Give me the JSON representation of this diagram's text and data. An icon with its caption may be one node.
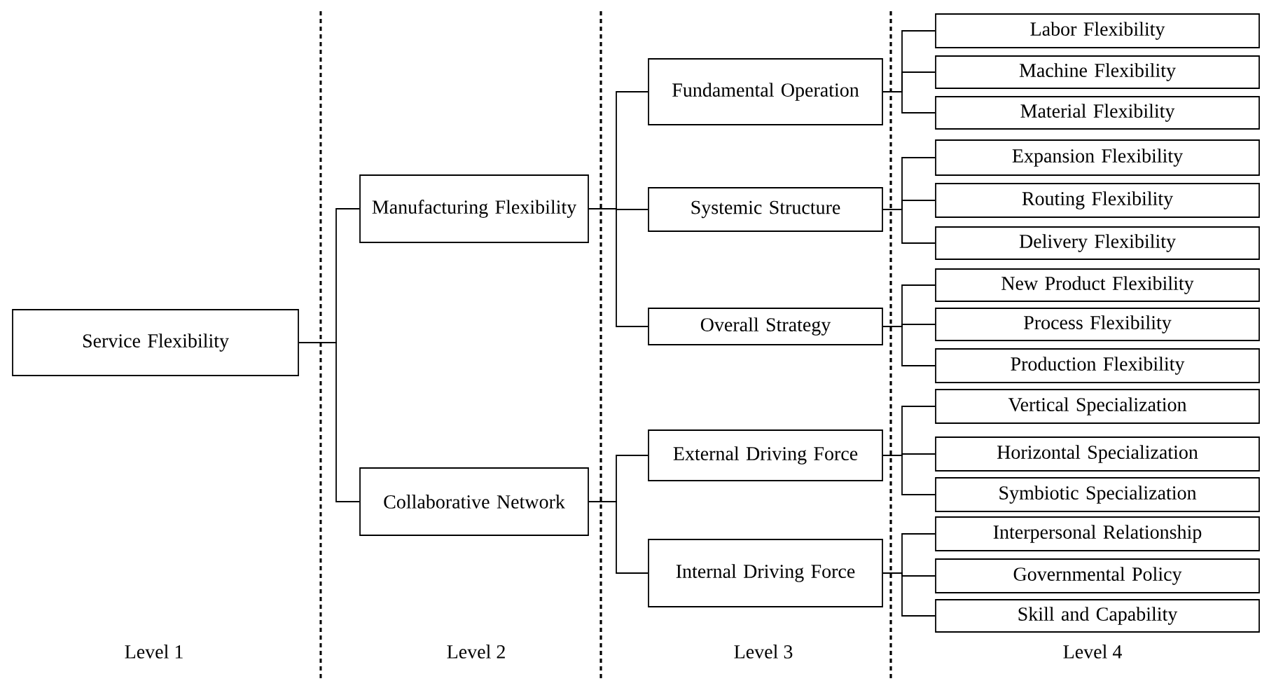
{
  "diagram": {
    "nodes": [
      {
        "text": [
          "Service Flexibility"
        ]
      },
      {
        "text": [
          "Manufacturing Flexibility"
        ]
      },
      {
        "text": [
          "Collaborative Network"
        ]
      },
      {
        "text": [
          "Fundamental Operation"
        ]
      },
      {
        "text": [
          "Systemic Structure"
        ]
      },
      {
        "text": [
          "Overall Strategy"
        ]
      },
      {
        "text": [
          "External Driving Force"
        ]
      },
      {
        "text": [
          "Internal Driving Force"
        ]
      },
      {
        "text": [
          "Labor Flexibility"
        ]
      },
      {
        "text": [
          "Machine Flexibility"
        ]
      },
      {
        "text": [
          "Material Flexibility"
        ]
      },
      {
        "text": [
          "Expansion Flexibility"
        ]
      },
      {
        "text": [
          "Routing Flexibility"
        ]
      },
      {
        "text": [
          "Delivery Flexibility"
        ]
      },
      {
        "text": [
          "New Product Flexibility"
        ]
      },
      {
        "text": [
          "Process Flexibility"
        ]
      },
      {
        "text": [
          "Production Flexibility"
        ]
      },
      {
        "text": [
          "Vertical Specialization"
        ]
      },
      {
        "text": [
          "Horizontal Specialization"
        ]
      },
      {
        "text": [
          "Symbiotic Specialization"
        ]
      },
      {
        "text": [
          "Interpersonal Relationship"
        ]
      },
      {
        "text": [
          "Governmental Policy"
        ]
      },
      {
        "text": [
          "Skill and Capability"
        ]
      }
    ],
    "edges": [
      {
        "from": 0,
        "to": 1,
        "arrow": "none"
      },
      {
        "from": 0,
        "to": 2,
        "arrow": "none"
      },
      {
        "from": 1,
        "to": 3,
        "arrow": "none"
      },
      {
        "from": 1,
        "to": 4,
        "arrow": "none"
      },
      {
        "from": 1,
        "to": 5,
        "arrow": "none"
      },
      {
        "from": 2,
        "to": 6,
        "arrow": "none"
      },
      {
        "from": 2,
        "to": 7,
        "arrow": "none"
      },
      {
        "from": 3,
        "to": 8,
        "arrow": "none"
      },
      {
        "from": 3,
        "to": 9,
        "arrow": "none"
      },
      {
        "from": 3,
        "to": 10,
        "arrow": "none"
      },
      {
        "from": 4,
        "to": 11,
        "arrow": "none"
      },
      {
        "from": 4,
        "to": 12,
        "arrow": "none"
      },
      {
        "from": 4,
        "to": 13,
        "arrow": "none"
      },
      {
        "from": 5,
        "to": 14,
        "arrow": "none"
      },
      {
        "from": 5,
        "to": 15,
        "arrow": "none"
      },
      {
        "from": 5,
        "to": 16,
        "arrow": "none"
      },
      {
        "from": 6,
        "to": 17,
        "arrow": "none"
      },
      {
        "from": 6,
        "to": 18,
        "arrow": "none"
      },
      {
        "from": 6,
        "to": 19,
        "arrow": "none"
      },
      {
        "from": 7,
        "to": 20,
        "arrow": "none"
      },
      {
        "from": 7,
        "to": 21,
        "arrow": "none"
      },
      {
        "from": 7,
        "to": 22,
        "arrow": "none"
      }
    ],
    "labels": [
      "Level 1",
      "Level 2",
      "Level 3",
      "Level 4"
    ]
  }
}
